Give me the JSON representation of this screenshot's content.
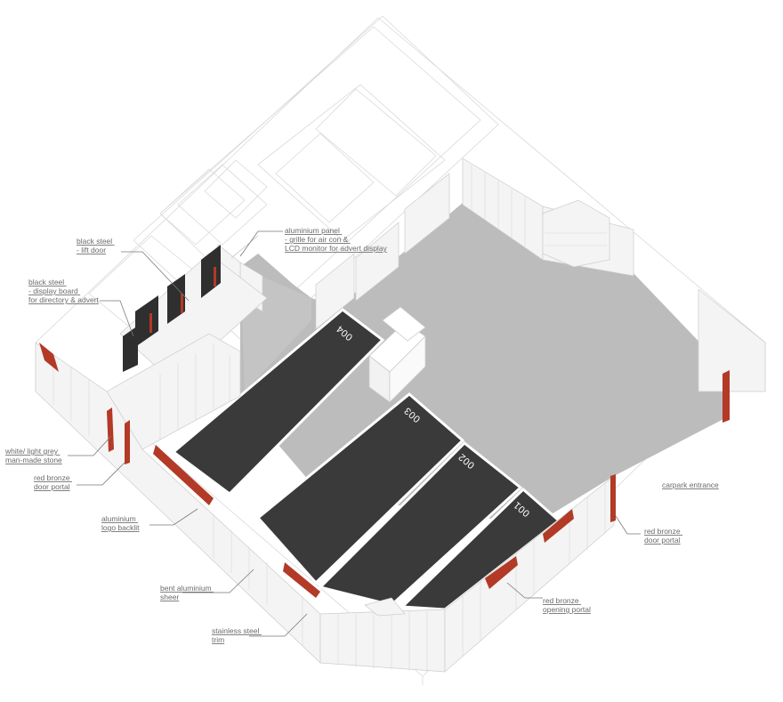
{
  "parking_bays": [
    "004",
    "003",
    "002",
    "001"
  ],
  "annotations": {
    "black_steel_lift_door": [
      "black steel",
      "- lift door"
    ],
    "black_steel_display_board": [
      "black steel",
      "- display board",
      "for directory & advert"
    ],
    "aluminium_panel": [
      "aluminium panel",
      "- grille for air con &",
      "LCD monitor for advert display"
    ],
    "white_stone": [
      "white/ light grey",
      "man-made stone"
    ],
    "red_bronze_door_portal_left": [
      "red bronze",
      "door portal"
    ],
    "aluminium_logo_backlit": [
      "aluminium",
      "logo backlit"
    ],
    "bent_aluminium_sheer": [
      "bent aluminium",
      "sheer"
    ],
    "stainless_steel_trim": [
      "stainless steel",
      "trim"
    ],
    "carpark_entrance": [
      "carpark entrance"
    ],
    "red_bronze_door_portal_right": [
      "red bronze",
      "door portal"
    ],
    "red_bronze_opening_portal": [
      "red bronze",
      "opening portal"
    ]
  },
  "colors": {
    "floor_grey": "#bcbcbc",
    "bay_dark": "#3a3a3a",
    "red_bronze": "#b23a26",
    "line_light": "#d9d9d9",
    "label_grey": "#6b6b6b"
  }
}
